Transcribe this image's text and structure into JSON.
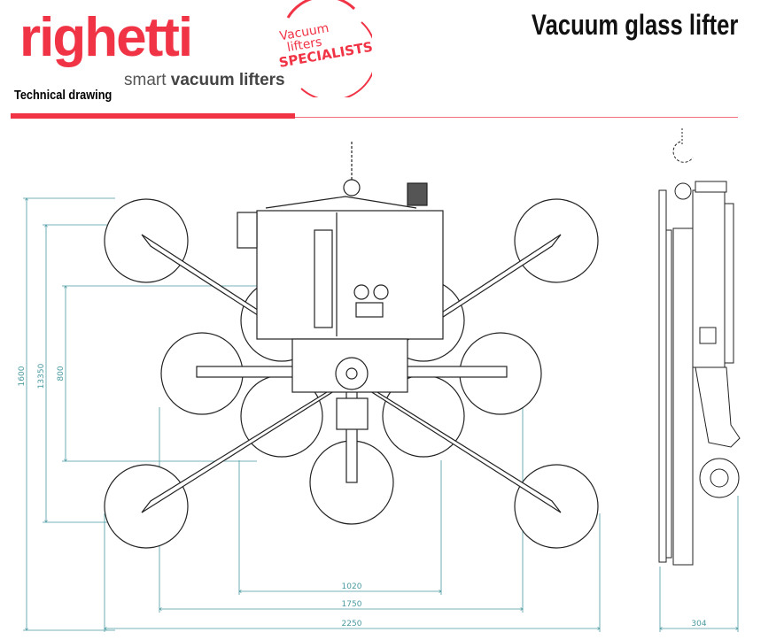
{
  "header": {
    "brand": "righetti",
    "tagline_light": "smart",
    "tagline_bold": "vacuum lifters",
    "badge_lines": [
      "Vacuum",
      "lifters",
      "SPECIALISTS"
    ],
    "subtitle": "Technical drawing",
    "title": "Vacuum glass lifter"
  },
  "colors": {
    "brand_red": "#f03446",
    "dimension": "#4a9aa0"
  },
  "dimensions": {
    "height_total": "1600",
    "height_outer_pads": "13350",
    "height_inner": "800",
    "width_inner": "1020",
    "width_mid": "1750",
    "width_total": "2250",
    "side_depth": "304"
  }
}
